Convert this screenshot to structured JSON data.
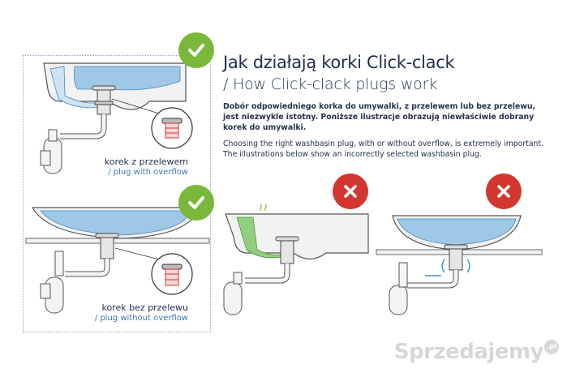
{
  "heading": {
    "title_pl": "Jak działają korki Click-clack",
    "title_en": "/ How Click-clack plugs work"
  },
  "description": {
    "pl": "Dobór odpowiedniego korka do umywalki, z przelewem lub bez przelewu, jest niezwykle istotny. Poniższe ilustracje obrazują niewłaściwie dobrany korek do umywalki.",
    "en": "Choosing the right washbasin plug, with or without overflow, is extremely important. The illustrations below show an incorrectly selected washbasin plug."
  },
  "panels": {
    "top": {
      "label_pl": "korek z przelewem",
      "label_en": "/ plug with overflow",
      "status_icon": "check-icon"
    },
    "bottom": {
      "label_pl": "korek bez przelewu",
      "label_en": "/ plug without overflow",
      "status_icon": "check-icon"
    },
    "wrong_1": {
      "status_icon": "cross-icon"
    },
    "wrong_2": {
      "status_icon": "cross-icon"
    }
  },
  "colors": {
    "correct": "#79b83a",
    "incorrect": "#d2362f",
    "water": "#9fc8e6",
    "text_dark": "#1e2e4c",
    "text_blue": "#3c78b6"
  },
  "watermark": {
    "text": "Sprzedajemy",
    "suffix": ".pl"
  }
}
